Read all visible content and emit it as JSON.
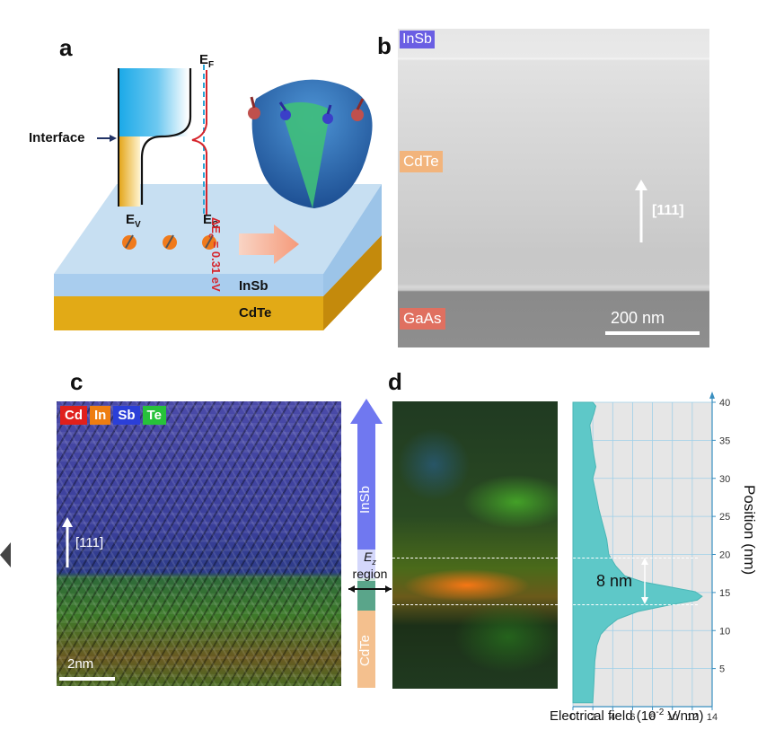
{
  "panels": {
    "a": "a",
    "b": "b",
    "c": "c",
    "d": "d"
  },
  "panel_a": {
    "ef_label": "E",
    "ef_sub": "F",
    "interface_label": "Interface",
    "ev_label": "E",
    "ev_sub": "V",
    "ec_label": "E",
    "ec_sub": "C",
    "delta_label": "ΔE",
    "delta_sub": "c",
    "delta_value": " = 0.31 eV",
    "top_layer": "InSb",
    "bottom_layer": "CdTe",
    "colors": {
      "insb_slab": "#bcd7ee",
      "cdte_slab": "#e2aa16",
      "dirac_cone": "#2e6fb8",
      "delta_text": "#d6242b"
    }
  },
  "panel_b": {
    "label_insb": "InSb",
    "label_cdte": "CdTe",
    "label_gaas": "GaAs",
    "direction": "[111]",
    "scale_bar": "200 nm",
    "colors": {
      "insb_tag": "#6a5ee3",
      "cdte_tag": "#f2b47c",
      "gaas_tag": "#e07060"
    }
  },
  "panel_c": {
    "legend": [
      {
        "label": "Cd",
        "color": "#e0201c"
      },
      {
        "label": "In",
        "color": "#ee7d12"
      },
      {
        "label": "Sb",
        "color": "#2b3fd8"
      },
      {
        "label": "Te",
        "color": "#27c23a"
      }
    ],
    "direction": "[111]",
    "scale_bar": "2nm"
  },
  "panel_d": {
    "arrow_top_label": "InSb",
    "region_label_italic": "E",
    "region_label_sub": "z",
    "region_label": "region",
    "arrow_bottom_label": "CdTe",
    "width_annotation": "8 nm",
    "colors": {
      "insb_arrow": "#7078f0",
      "ez_band": "#5aa58a",
      "cdte_arrow": "#f4c08e",
      "profile_fill": "#5ec8c8"
    }
  },
  "chart_data": {
    "type": "area",
    "xlabel": "Electrical field (10",
    "xlabel_sup": "-2",
    "xlabel_unit": " V/nm)",
    "ylabel": "Position (nm)",
    "xlim": [
      0,
      14
    ],
    "ylim": [
      0,
      40
    ],
    "xticks": [
      "0",
      "2",
      "4",
      "6",
      "8",
      "10",
      "12",
      "14"
    ],
    "yticks": [
      "5",
      "10",
      "15",
      "20",
      "25",
      "30",
      "35",
      "40"
    ],
    "grid": true,
    "series": [
      {
        "points": [
          [
            2.0,
            0.5
          ],
          [
            2.1,
            3
          ],
          [
            2.2,
            6
          ],
          [
            2.4,
            8
          ],
          [
            2.8,
            9.5
          ],
          [
            3.5,
            10.5
          ],
          [
            4.5,
            11.5
          ],
          [
            6.5,
            12.5
          ],
          [
            9.5,
            13.3
          ],
          [
            12.5,
            14.0
          ],
          [
            13.0,
            14.5
          ],
          [
            12.3,
            15.1
          ],
          [
            9.5,
            15.8
          ],
          [
            7.0,
            16.4
          ],
          [
            5.2,
            17.2
          ],
          [
            4.3,
            18.5
          ],
          [
            3.6,
            20
          ],
          [
            3.4,
            22
          ],
          [
            3.0,
            24
          ],
          [
            2.6,
            26
          ],
          [
            2.3,
            28
          ],
          [
            2.0,
            30
          ],
          [
            2.3,
            31.5
          ],
          [
            2.1,
            33
          ],
          [
            1.9,
            35
          ],
          [
            1.7,
            37
          ],
          [
            2.1,
            38.5
          ],
          [
            2.3,
            39.5
          ],
          [
            2.0,
            40
          ]
        ]
      }
    ]
  }
}
